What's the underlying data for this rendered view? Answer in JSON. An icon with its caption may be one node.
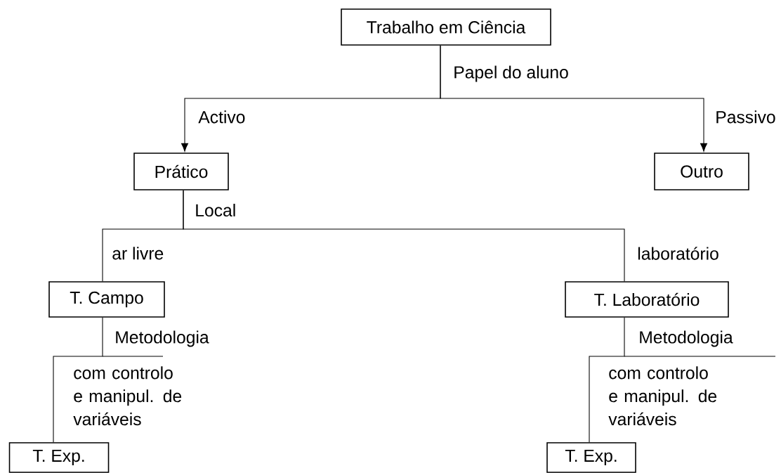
{
  "diagram": {
    "nodes": [
      {
        "text": [
          "Trabalho em Ciência"
        ]
      },
      {
        "text": [
          "Prático"
        ]
      },
      {
        "text": [
          "Outro"
        ]
      },
      {
        "text": [
          "T. Campo"
        ]
      },
      {
        "text": [
          "T. Laboratório"
        ]
      },
      {
        "text": [
          "T. Exp."
        ]
      },
      {
        "text": [
          "T. Exp."
        ]
      }
    ],
    "edges": [
      {
        "from": 0,
        "to": 1,
        "arrow": "to",
        "label": "Activo"
      },
      {
        "from": 0,
        "to": 2,
        "arrow": "to",
        "label": "Passivo"
      },
      {
        "from": 1,
        "to": 3,
        "arrow": "none",
        "label": "ar livre"
      },
      {
        "from": 1,
        "to": 4,
        "arrow": "none",
        "label": "laboratório"
      },
      {
        "from": 3,
        "to": 5,
        "arrow": "none",
        "label": "com controlo e manipul. de variáveis"
      },
      {
        "from": 4,
        "to": 6,
        "arrow": "none",
        "label": "com controlo e manipul. de variáveis"
      }
    ],
    "labels": [
      "Papel do aluno",
      "Local",
      "Metodologia",
      "Metodologia"
    ]
  }
}
